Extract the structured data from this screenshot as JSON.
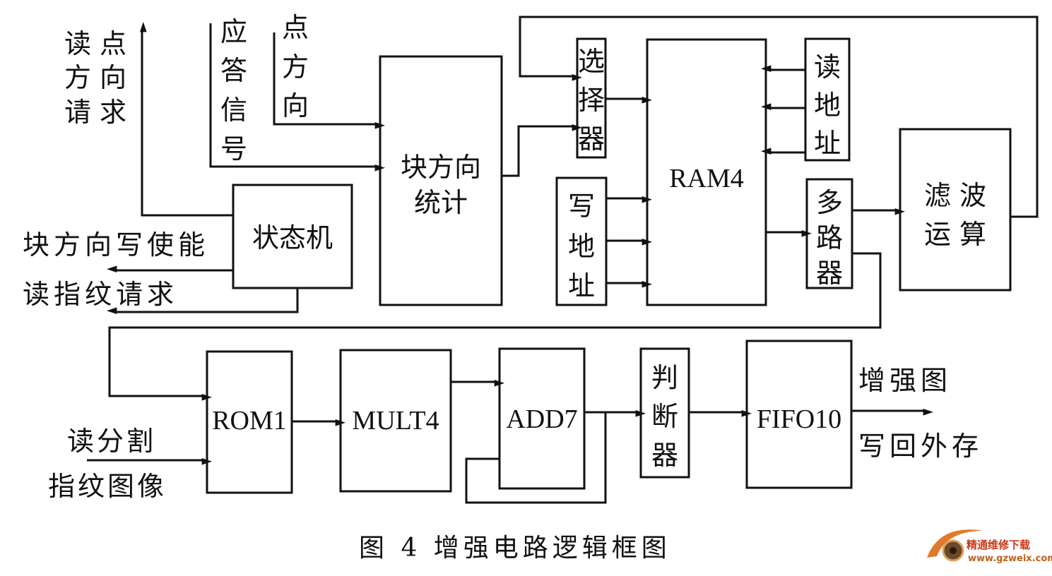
{
  "blocks": {
    "state_machine": "状态机",
    "block_direction_stats": [
      "块方向",
      "统计"
    ],
    "selector": [
      "选",
      "择",
      "器"
    ],
    "ram": "RAM4",
    "read_address": [
      "读",
      "地",
      "址"
    ],
    "write_address": [
      "写",
      "地",
      "址"
    ],
    "multiplexer": [
      "多",
      "路",
      "器"
    ],
    "filter": [
      "滤 波",
      "运 算"
    ],
    "rom": "ROM1",
    "mult": "MULT4",
    "add": "ADD7",
    "judge": [
      "判",
      "断",
      "器"
    ],
    "fifo": "FIFO10"
  },
  "signals": {
    "read_point_direction_request": [
      "读 点",
      "方 向",
      "请 求"
    ],
    "ack_signal": [
      "应",
      "答",
      "信",
      "号"
    ],
    "point_direction": [
      "点",
      "方",
      "向"
    ],
    "block_direction_write_enable": "块方向写使能",
    "read_fingerprint_request": "读指纹请求",
    "read_segmented_image": [
      "读分割",
      "指纹图像"
    ],
    "enhanced_image_writeback": [
      "增强图",
      "写回外存"
    ]
  },
  "caption": "图 4   增强电路逻辑框图",
  "watermark": {
    "name": "精通维修下载",
    "url": "www.gzweix.com",
    "colors": {
      "primary": "#c83a1a",
      "secondary": "#e07a2a"
    }
  }
}
